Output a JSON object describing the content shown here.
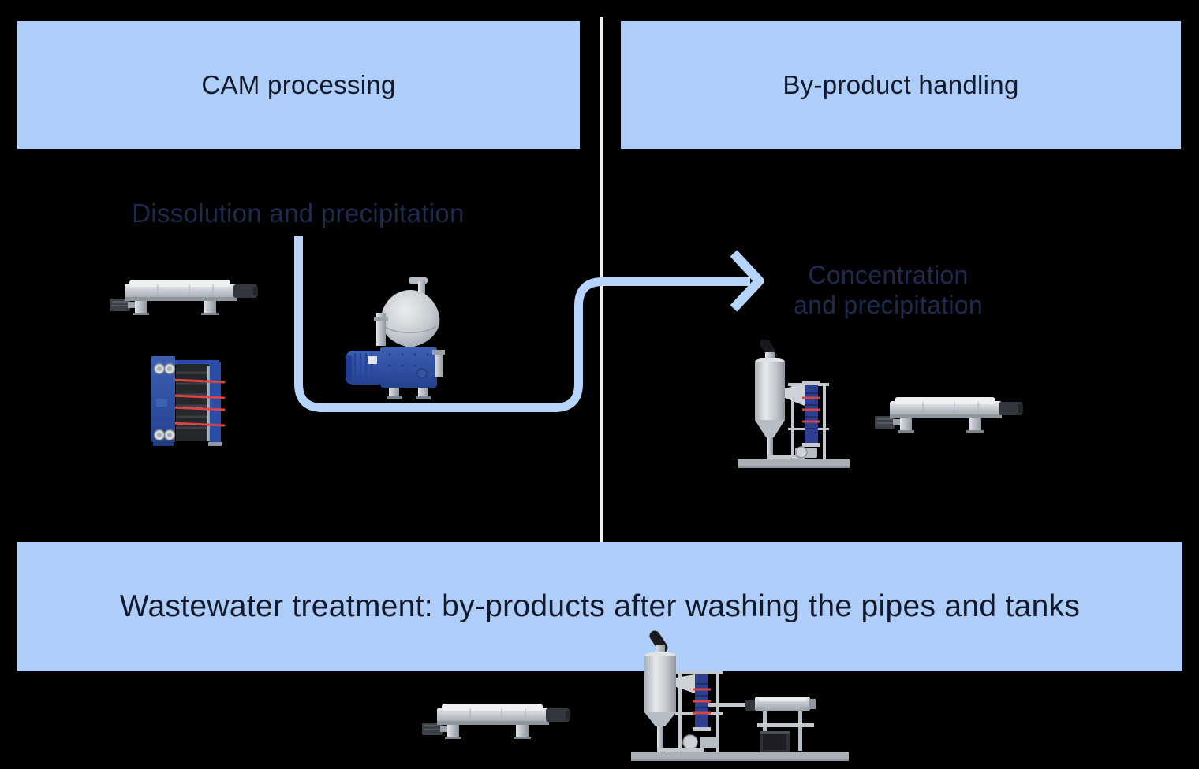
{
  "page": {
    "background": "#000000"
  },
  "colors": {
    "panel_blue": "#aecdf8",
    "arrow_blue": "#b7d5fb",
    "divider_white": "#f1efe9",
    "header_text": "#12192b",
    "stage_label_text": "#1f2b4d"
  },
  "headers": {
    "cam_processing": "CAM processing",
    "byproduct_handling": "By-product handling"
  },
  "stage_labels": {
    "dissolution": "Dissolution and precipitation",
    "concentration_line1": "Concentration",
    "concentration_line2": "and precipitation"
  },
  "banner": {
    "wastewater": "Wastewater treatment: by-products after washing the pipes and tanks"
  },
  "equipment_icons": {
    "left_column": [
      "decanter-centrifuge",
      "plate-heat-exchanger",
      "disc-stack-separator"
    ],
    "right_column": [
      "clarifier-module",
      "decanter-centrifuge"
    ],
    "bottom_row": [
      "decanter-centrifuge",
      "wastewater-treatment-skid"
    ]
  }
}
